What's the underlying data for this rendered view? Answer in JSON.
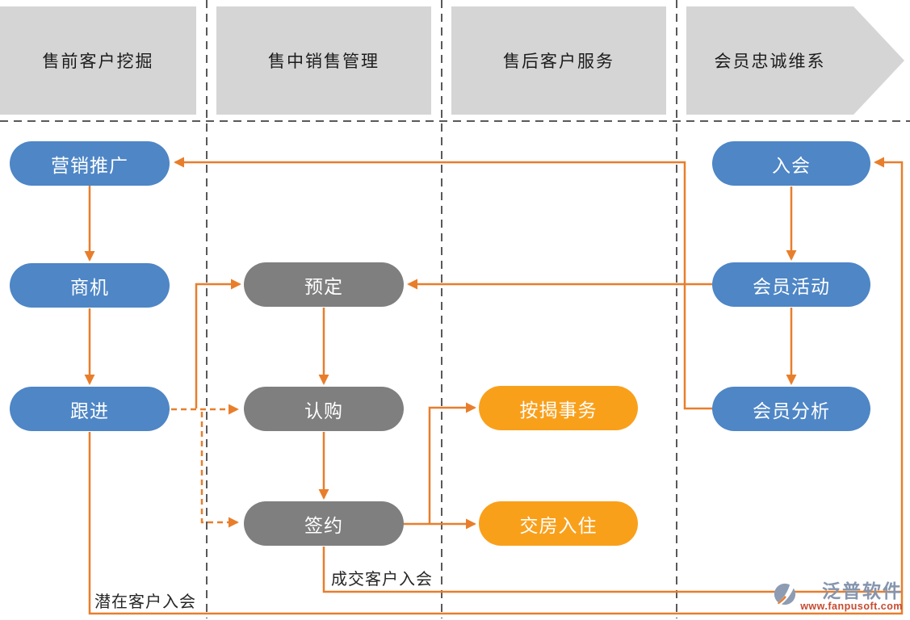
{
  "headers": [
    {
      "label": "售前客户挖掘"
    },
    {
      "label": "售中销售管理"
    },
    {
      "label": "售后客户服务"
    },
    {
      "label": "会员忠诚维系"
    }
  ],
  "nodes": [
    {
      "label": "营销推广",
      "type": "blue"
    },
    {
      "label": "商机",
      "type": "blue"
    },
    {
      "label": "跟进",
      "type": "blue"
    },
    {
      "label": "预定",
      "type": "gray"
    },
    {
      "label": "认购",
      "type": "gray"
    },
    {
      "label": "签约",
      "type": "gray"
    },
    {
      "label": "按揭事务",
      "type": "orange"
    },
    {
      "label": "交房入住",
      "type": "orange"
    },
    {
      "label": "入会",
      "type": "blue"
    },
    {
      "label": "会员活动",
      "type": "blue"
    },
    {
      "label": "会员分析",
      "type": "blue"
    }
  ],
  "annotations": {
    "potential_member": "潜在客户入会",
    "deal_member": "成交客户入会"
  },
  "logo": {
    "brand": "泛普软件",
    "url": "www.fanpusoft.com"
  },
  "colors": {
    "node_blue": "#4E86C6",
    "node_gray": "#7F7F7F",
    "node_orange": "#F9A01B",
    "connector_orange": "#E87E2B",
    "header_gray": "#D5D5D5",
    "separator_gray": "#595959",
    "logo_slate": "#8595AE",
    "logo_url_red": "#C74B30"
  }
}
